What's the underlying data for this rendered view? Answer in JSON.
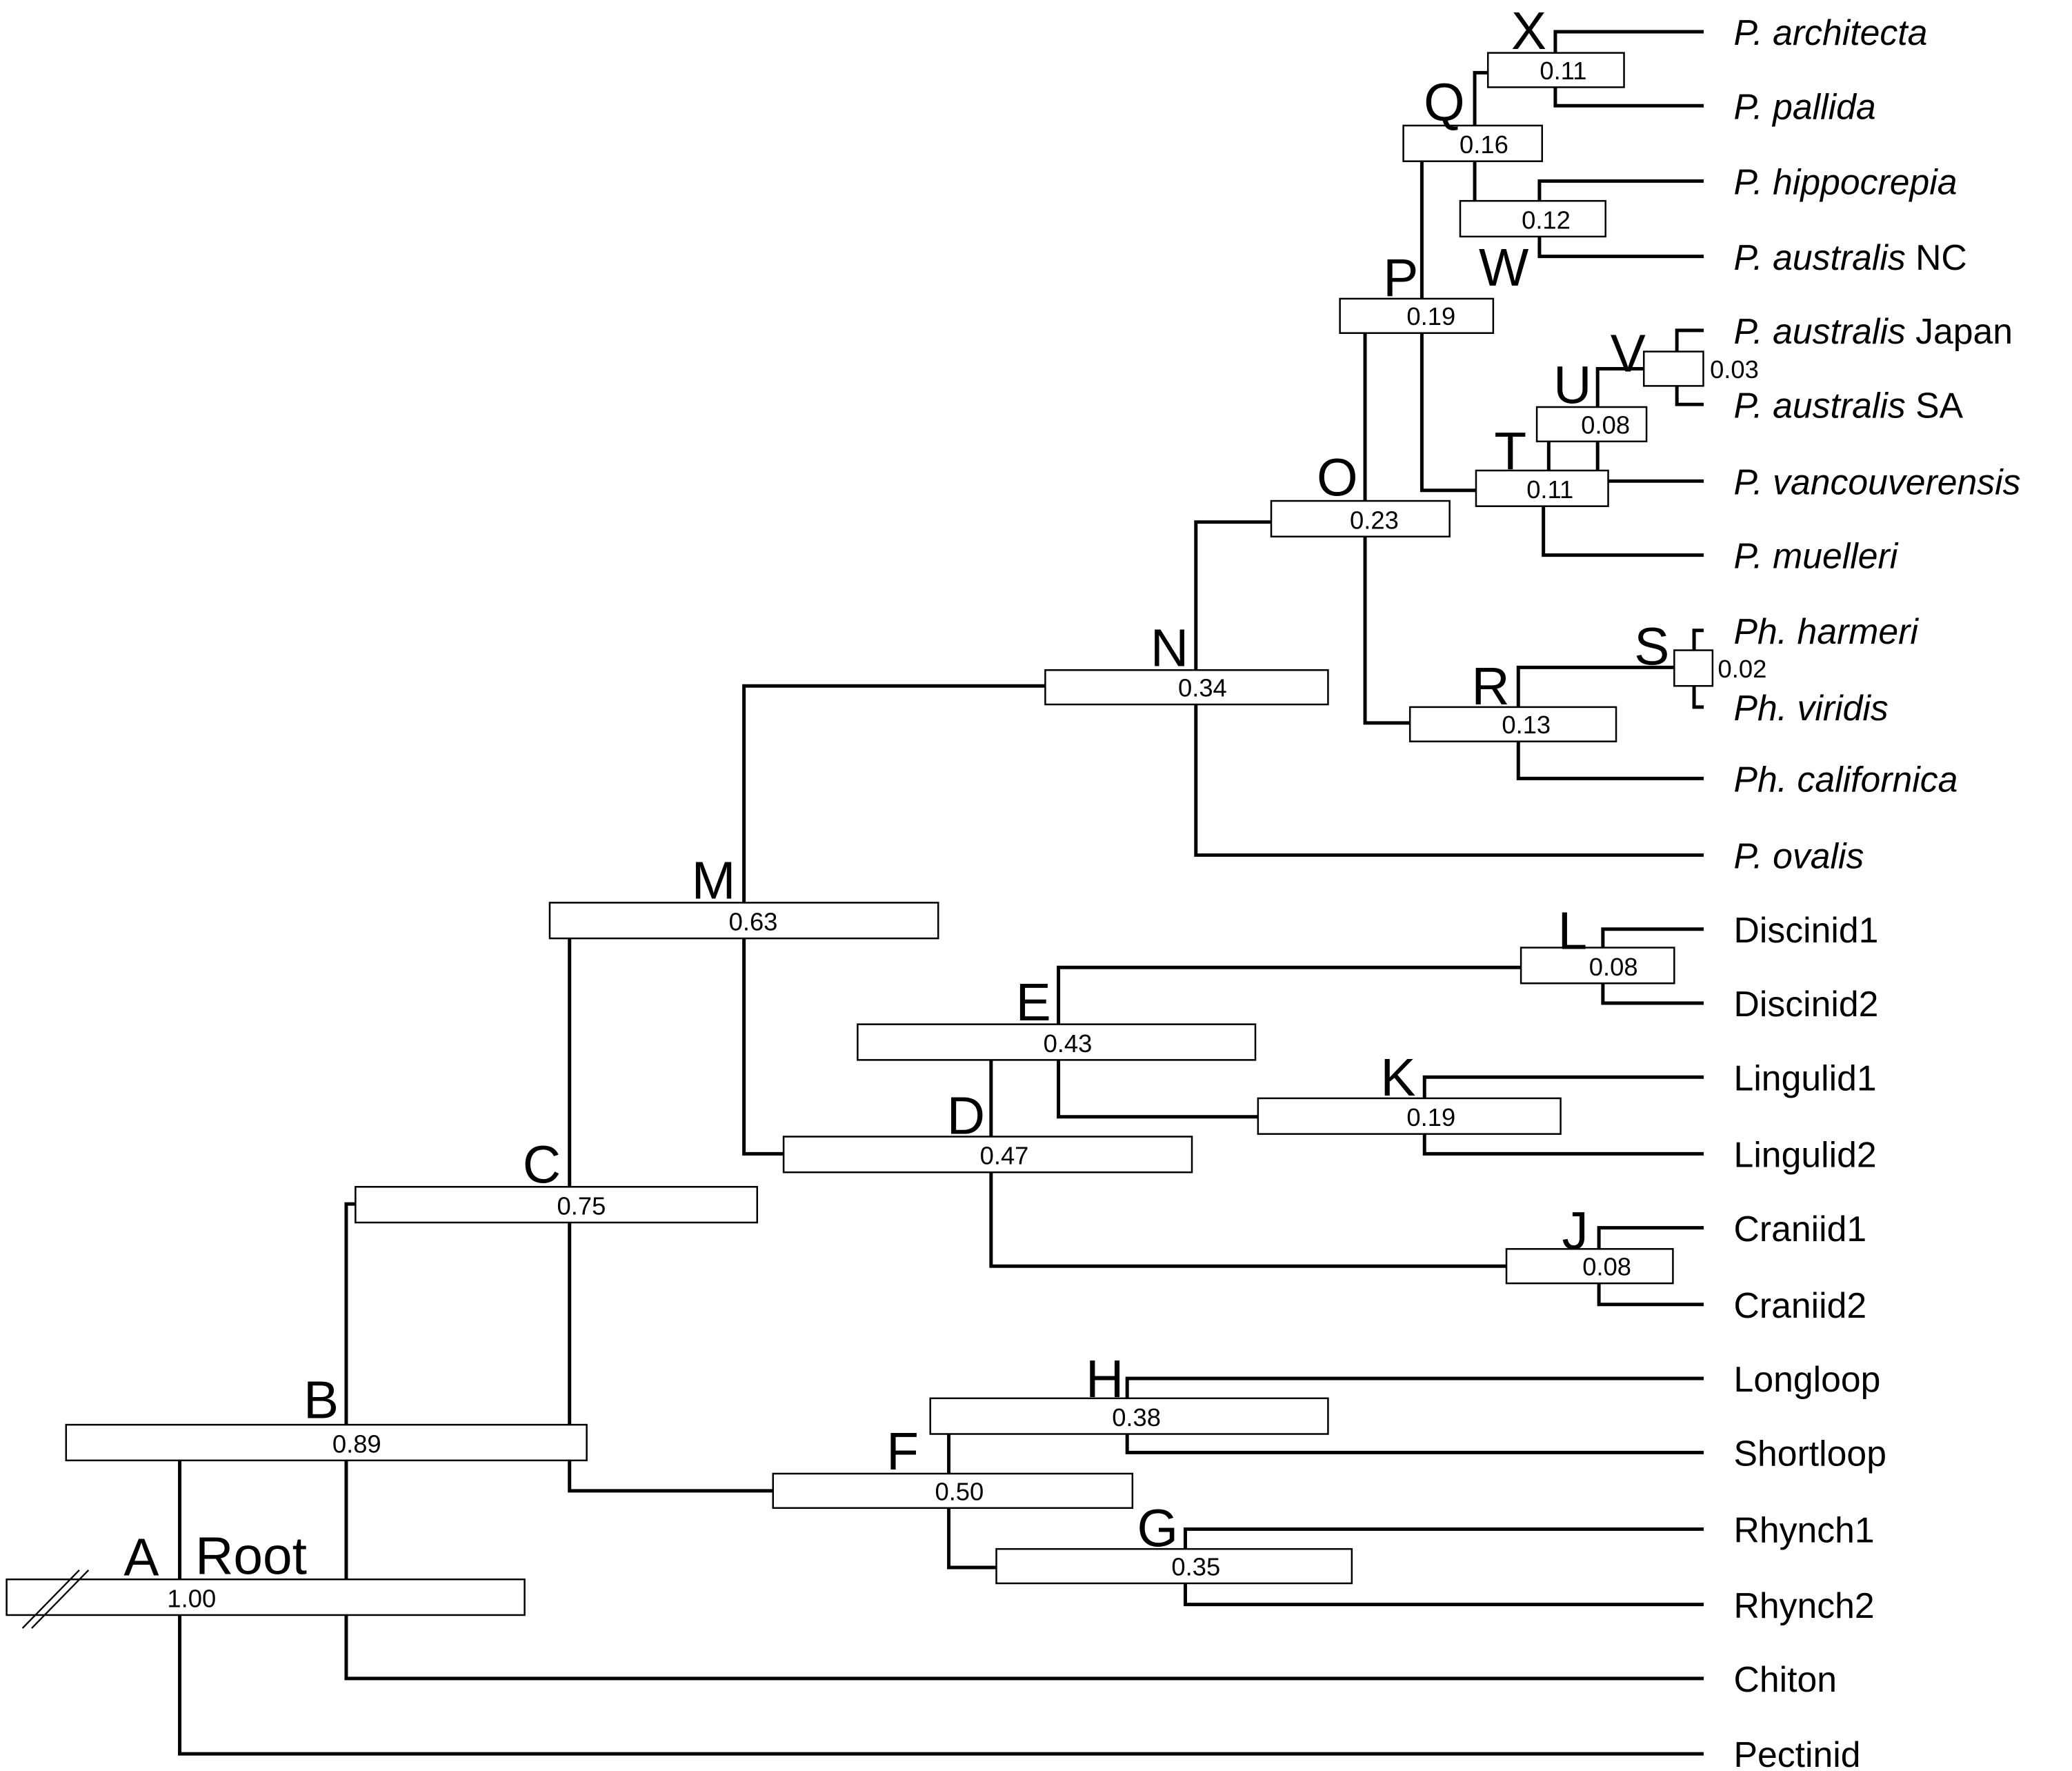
{
  "figure": {
    "type": "phylogenetic-tree",
    "root_label": "Root",
    "nodes": [
      {
        "id": "A",
        "support": "1.00"
      },
      {
        "id": "B",
        "support": "0.89"
      },
      {
        "id": "C",
        "support": "0.75"
      },
      {
        "id": "D",
        "support": "0.47"
      },
      {
        "id": "E",
        "support": "0.43"
      },
      {
        "id": "F",
        "support": "0.50"
      },
      {
        "id": "G",
        "support": "0.35"
      },
      {
        "id": "H",
        "support": "0.38"
      },
      {
        "id": "J",
        "support": "0.08"
      },
      {
        "id": "K",
        "support": "0.19"
      },
      {
        "id": "L",
        "support": "0.08"
      },
      {
        "id": "M",
        "support": "0.63"
      },
      {
        "id": "N",
        "support": "0.34"
      },
      {
        "id": "O",
        "support": "0.23"
      },
      {
        "id": "P",
        "support": "0.19"
      },
      {
        "id": "Q",
        "support": "0.16"
      },
      {
        "id": "R",
        "support": "0.13"
      },
      {
        "id": "S",
        "support": "0.02"
      },
      {
        "id": "T",
        "support": "0.11"
      },
      {
        "id": "U",
        "support": "0.08"
      },
      {
        "id": "V",
        "support": "0.03"
      },
      {
        "id": "W",
        "support": "0.12"
      },
      {
        "id": "X",
        "support": "0.11"
      }
    ],
    "taxa": [
      {
        "italic": "P. architecta",
        "plain": ""
      },
      {
        "italic": "P. pallida",
        "plain": ""
      },
      {
        "italic": "P. hippocrepia",
        "plain": ""
      },
      {
        "italic": "P. australis",
        "plain": " NC"
      },
      {
        "italic": "P. australis",
        "plain": " Japan"
      },
      {
        "italic": "P. australis",
        "plain": " SA"
      },
      {
        "italic": "P. vancouverensis",
        "plain": ""
      },
      {
        "italic": "P. muelleri",
        "plain": ""
      },
      {
        "italic": "Ph. harmeri",
        "plain": ""
      },
      {
        "italic": "Ph. viridis",
        "plain": ""
      },
      {
        "italic": "Ph. californica",
        "plain": ""
      },
      {
        "italic": "P. ovalis",
        "plain": ""
      },
      {
        "italic": "",
        "plain": "Discinid1"
      },
      {
        "italic": "",
        "plain": "Discinid2"
      },
      {
        "italic": "",
        "plain": "Lingulid1"
      },
      {
        "italic": "",
        "plain": "Lingulid2"
      },
      {
        "italic": "",
        "plain": "Craniid1"
      },
      {
        "italic": "",
        "plain": "Craniid2"
      },
      {
        "italic": "",
        "plain": "Longloop"
      },
      {
        "italic": "",
        "plain": "Shortloop"
      },
      {
        "italic": "",
        "plain": "Rhynch1"
      },
      {
        "italic": "",
        "plain": "Rhynch2"
      },
      {
        "italic": "",
        "plain": "Chiton"
      },
      {
        "italic": "",
        "plain": "Pectinid"
      }
    ]
  }
}
